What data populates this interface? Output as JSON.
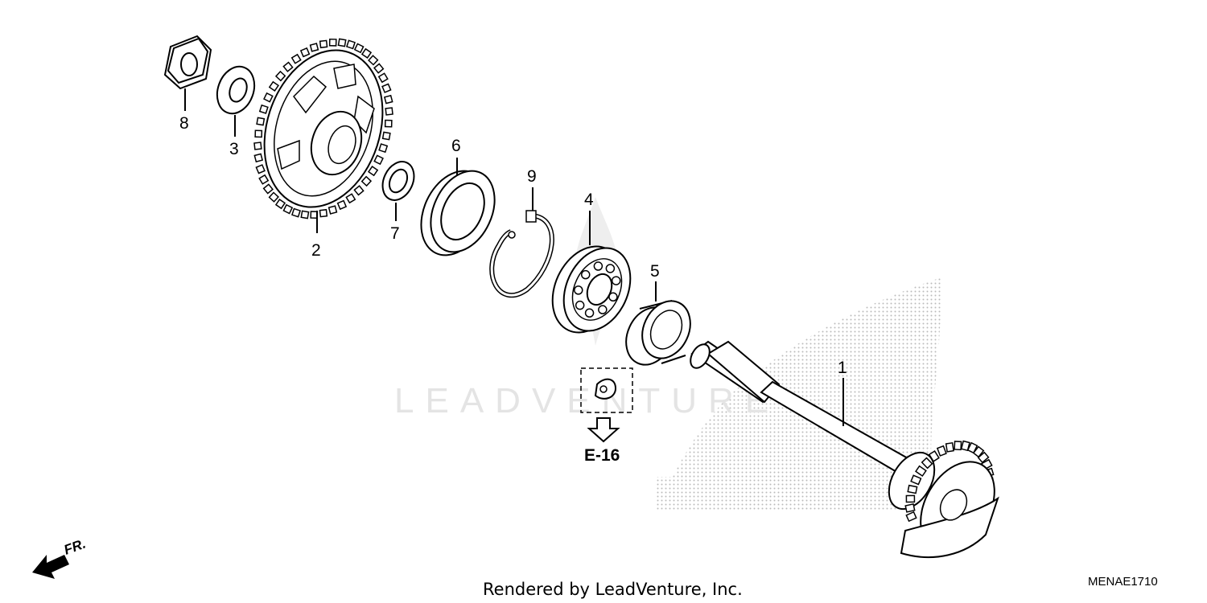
{
  "watermark": {
    "text": "LEADVENTURE"
  },
  "callouts": [
    "1",
    "2",
    "3",
    "4",
    "5",
    "6",
    "7",
    "8",
    "9"
  ],
  "reference": {
    "label": "E-16"
  },
  "direction": {
    "label": "FR."
  },
  "footer": {
    "credit": "Rendered by LeadVenture, Inc.",
    "code": "MENAE1710"
  },
  "parts": [
    {
      "id": "1",
      "icon": "kickstarter-spindle-icon"
    },
    {
      "id": "2",
      "icon": "sprocket-gear-icon"
    },
    {
      "id": "3",
      "icon": "washer-icon"
    },
    {
      "id": "4",
      "icon": "ball-bearing-icon"
    },
    {
      "id": "5",
      "icon": "needle-bearing-icon"
    },
    {
      "id": "6",
      "icon": "oil-seal-icon"
    },
    {
      "id": "7",
      "icon": "collar-icon"
    },
    {
      "id": "8",
      "icon": "hex-nut-icon"
    },
    {
      "id": "9",
      "icon": "snap-ring-icon"
    }
  ]
}
